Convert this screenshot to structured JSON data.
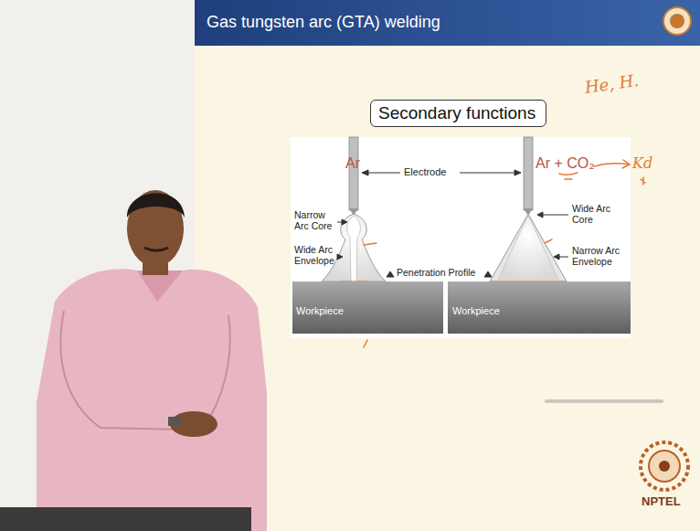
{
  "diagram": {
    "title": "Gas tungsten arc (GTA) welding",
    "nodes": [
      {
        "text": [
          "Secondary functions"
        ]
      },
      {
        "text": [
          "Workpiece"
        ]
      },
      {
        "text": [
          "Workpiece"
        ]
      }
    ],
    "labels": [
      "Ar",
      "Ar + CO₂",
      "Electrode",
      "Narrow Arc Core",
      "Wide Arc Envelope",
      "Penetration Profile",
      "Wide Arc Core",
      "Narrow Arc Envelope",
      "He, H.",
      "Kd",
      "NPTEL"
    ]
  }
}
